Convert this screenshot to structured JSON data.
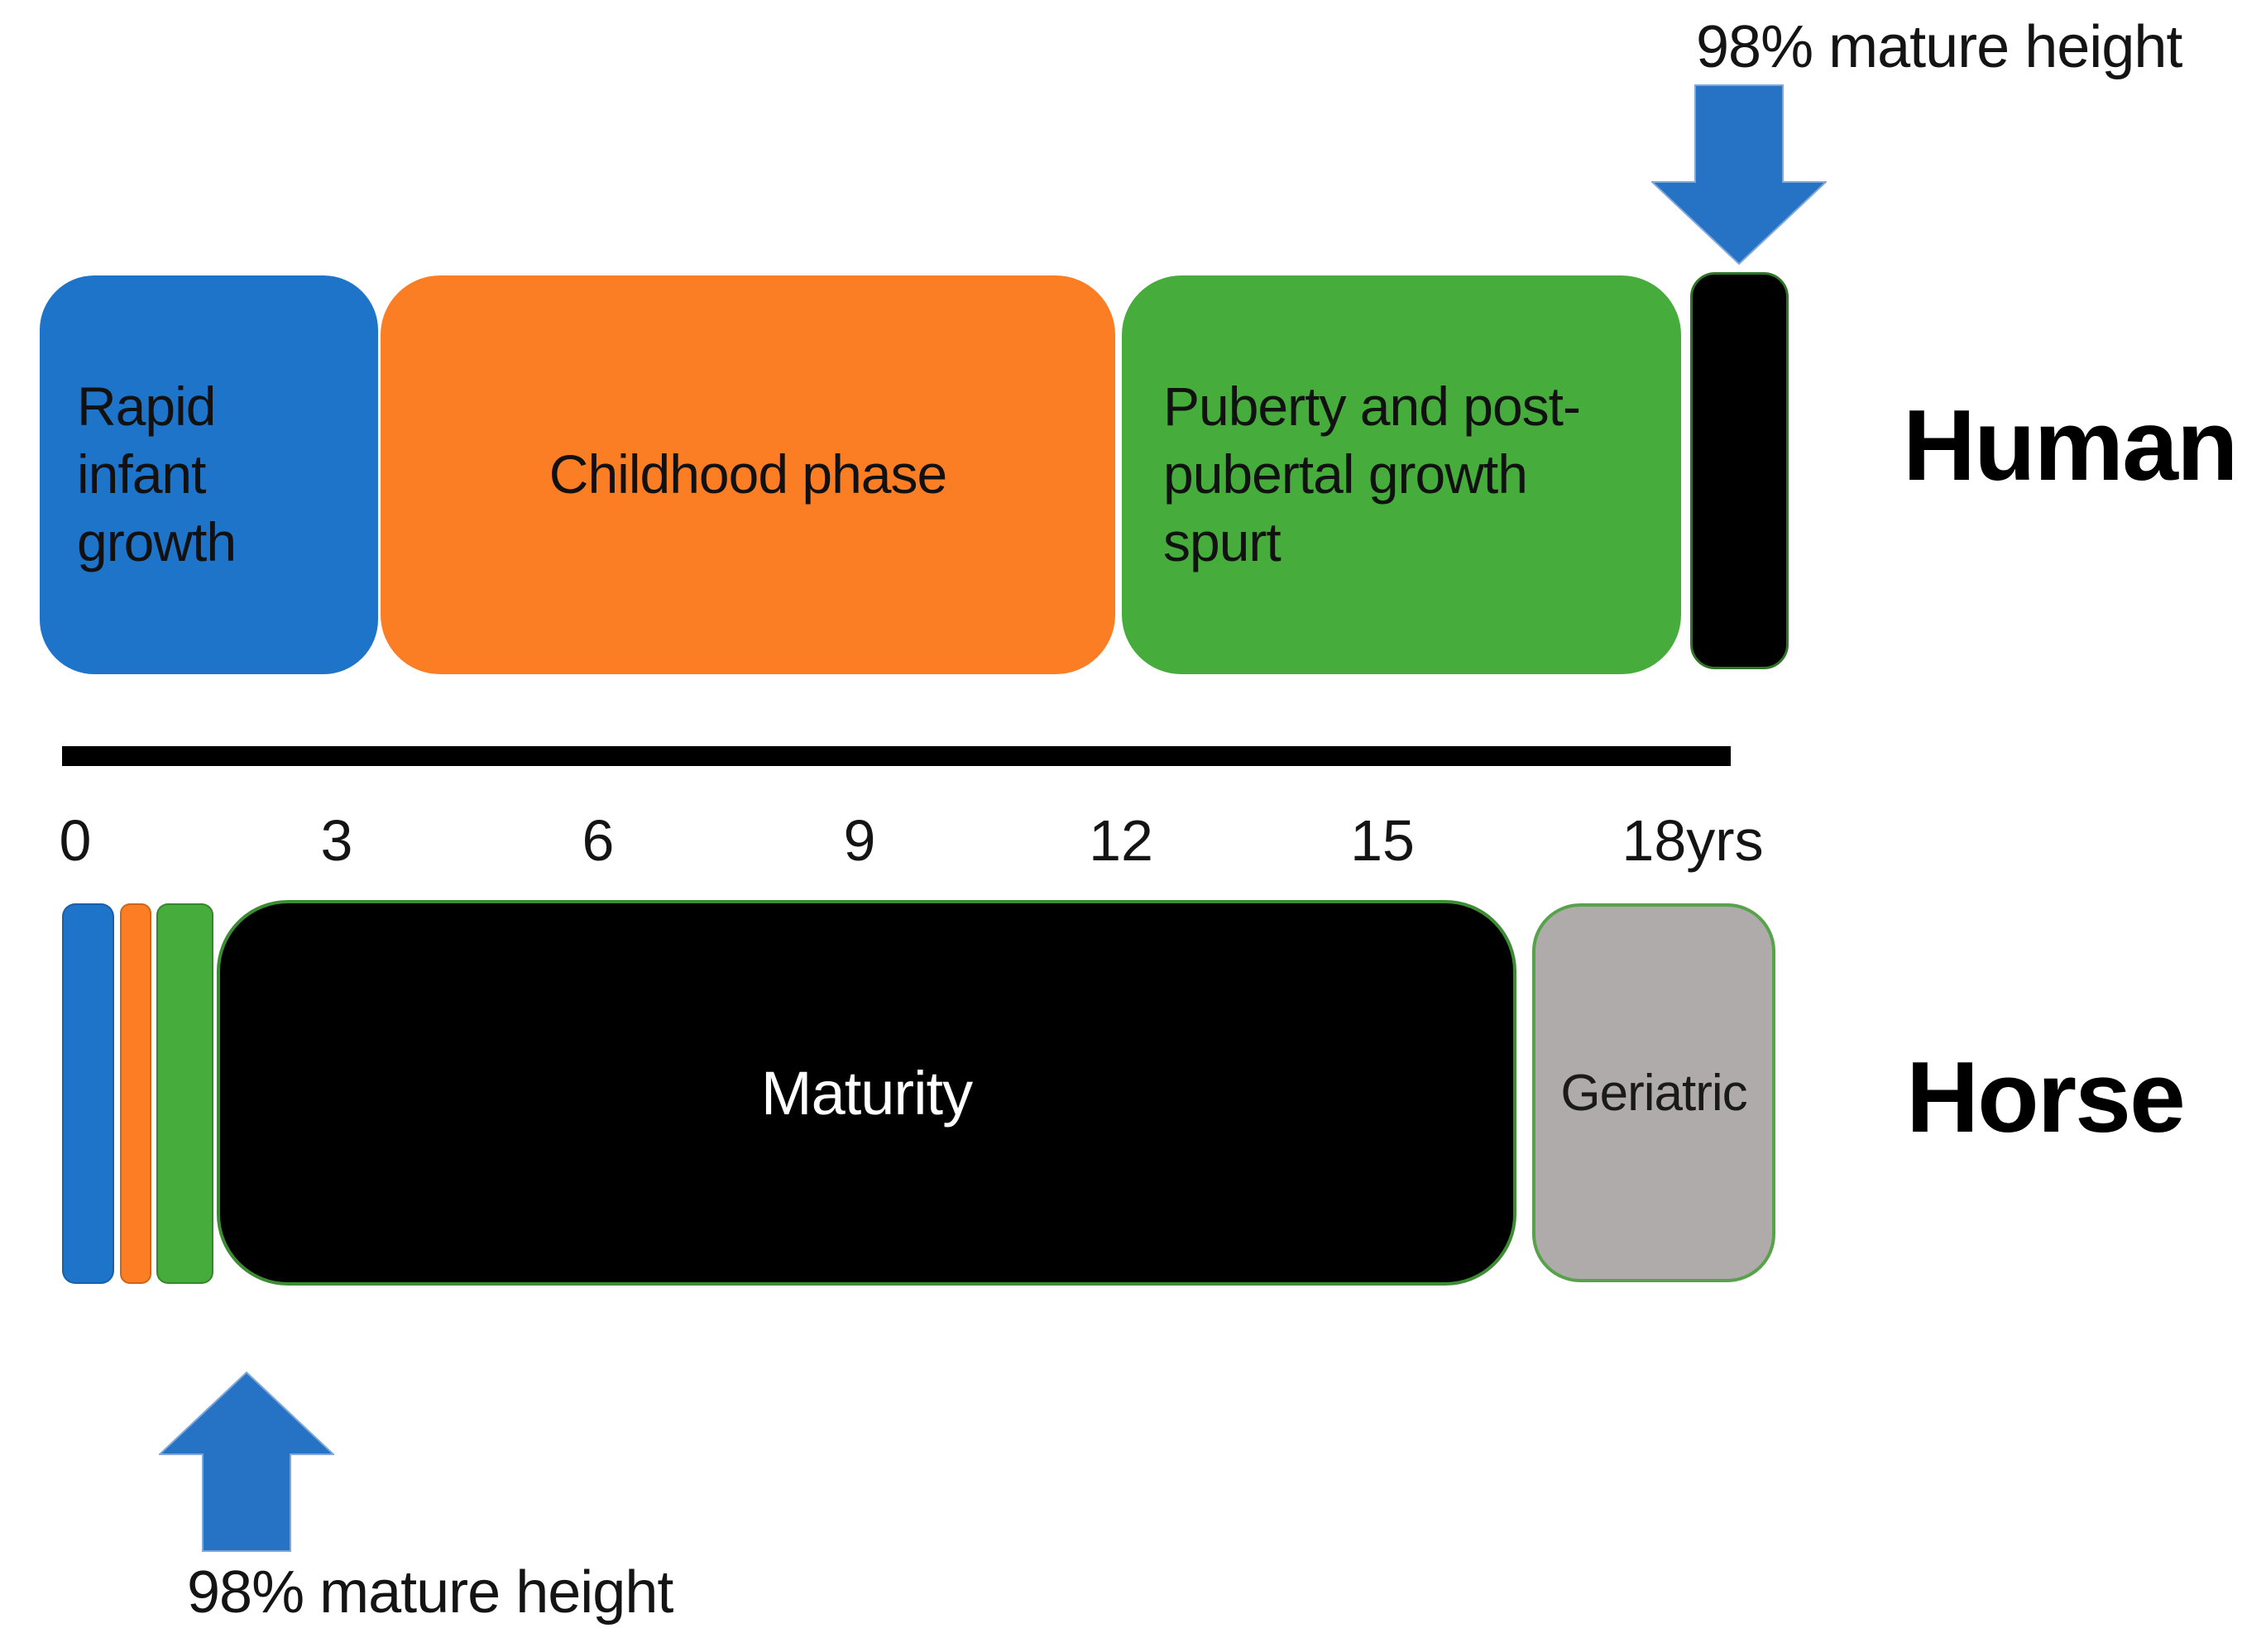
{
  "arrow_color": "#2673c6",
  "annotations": {
    "top_arrow_label": "98% mature height",
    "bottom_arrow_label": "98% mature height"
  },
  "human_row": {
    "row_label": "Human",
    "phases": {
      "infant": {
        "label": "Rapid infant growth",
        "color": "#1e74c9"
      },
      "childhood": {
        "label": "Childhood phase",
        "color": "#fb7d24"
      },
      "puberty": {
        "label": "Puberty and post-pubertal growth spurt",
        "color": "#46ac3b"
      },
      "mature_marker": {
        "label": "",
        "color": "#000000"
      }
    }
  },
  "axis": {
    "color": "#000000",
    "ticks": [
      "0",
      "3",
      "6",
      "9",
      "12",
      "15",
      "18yrs"
    ]
  },
  "horse_row": {
    "row_label": "Horse",
    "phases": {
      "infant": {
        "color": "#1e74c9"
      },
      "childhood": {
        "color": "#fb7d24"
      },
      "puberty": {
        "color": "#46ac3b"
      },
      "maturity": {
        "label": "Maturity",
        "color": "#000000",
        "text_color": "#ffffff",
        "border_color": "#3c8c34"
      },
      "geriatric": {
        "label": "Geriatric",
        "color": "#afabaa",
        "border_color": "#58a24c"
      }
    }
  }
}
